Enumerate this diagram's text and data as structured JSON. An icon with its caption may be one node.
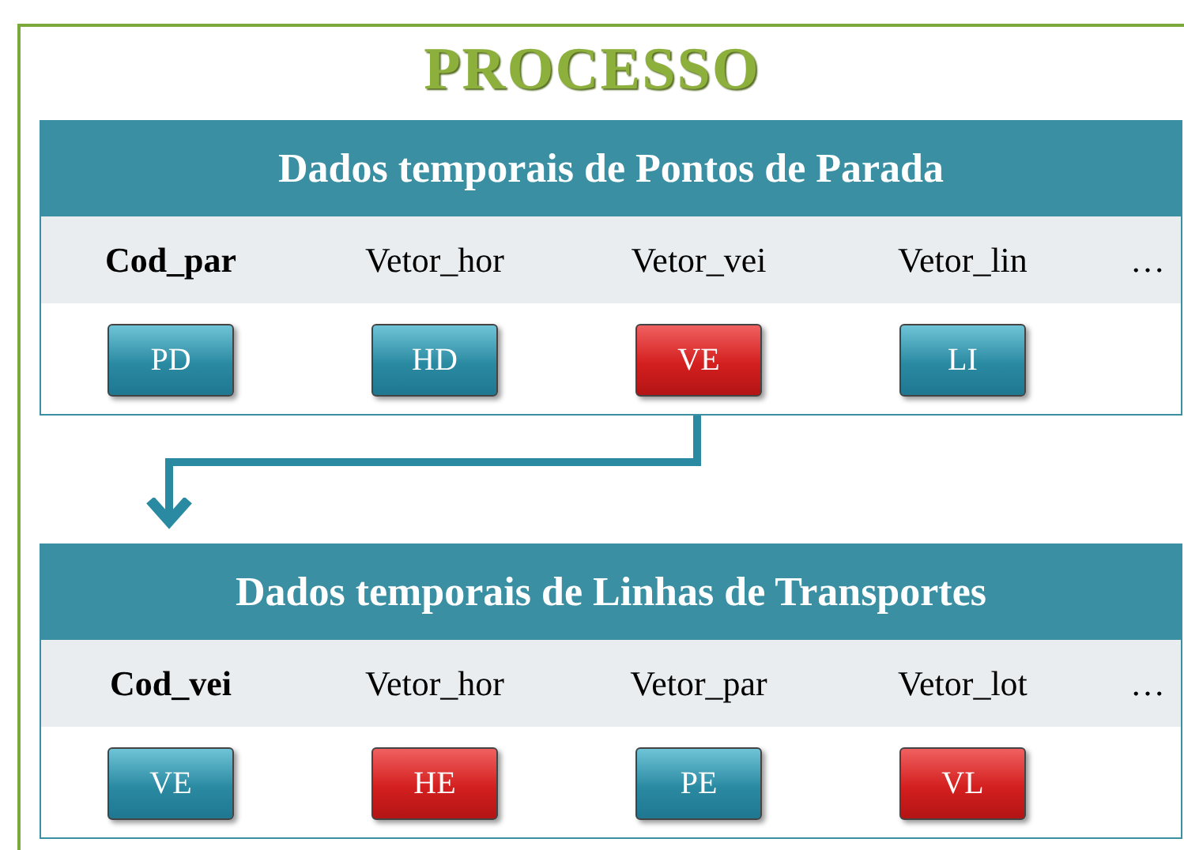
{
  "diagram": {
    "title": "PROCESSO",
    "nodes": [
      {
        "text": [
          "Dados temporais de Pontos de Parada"
        ]
      },
      {
        "text": [
          "PD"
        ],
        "in": 0
      },
      {
        "text": [
          "HD"
        ],
        "in": 0
      },
      {
        "text": [
          "VE"
        ],
        "in": 0
      },
      {
        "text": [
          "LI"
        ],
        "in": 0
      },
      {
        "text": [
          "Dados temporais de Linhas de Transportes"
        ]
      },
      {
        "text": [
          "VE"
        ],
        "in": 5
      },
      {
        "text": [
          "HE"
        ],
        "in": 5
      },
      {
        "text": [
          "PE"
        ],
        "in": 5
      },
      {
        "text": [
          "VL"
        ],
        "in": 5
      }
    ],
    "edges": [
      {
        "from": 0,
        "to": 5,
        "arrow": "to"
      }
    ],
    "labels": [
      "Cod_par",
      "Vetor_hor",
      "Vetor_vei",
      "Vetor_lin",
      "…",
      "Cod_vei",
      "Vetor_hor",
      "Vetor_par",
      "Vetor_lot",
      "…"
    ]
  }
}
